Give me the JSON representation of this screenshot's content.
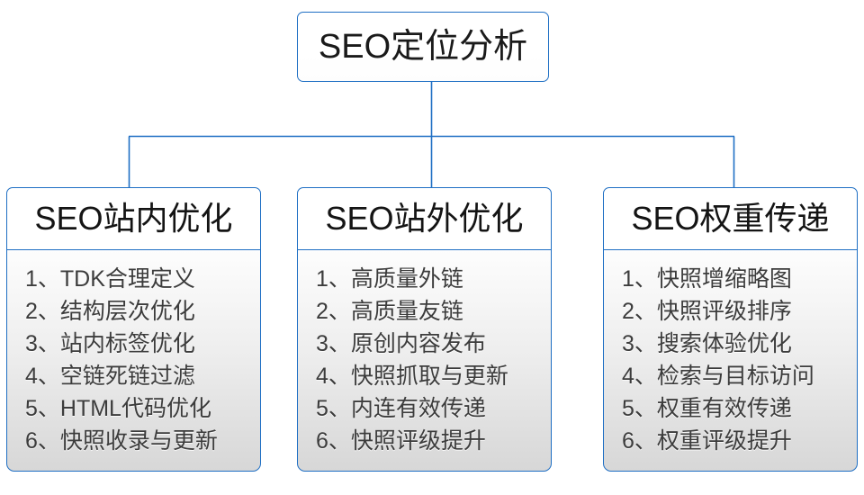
{
  "diagram": {
    "type": "org-tree",
    "root": {
      "title": "SEO定位分析"
    },
    "columns": [
      {
        "header": "SEO站内优化",
        "items": [
          {
            "index": "1、",
            "text": "TDK合理定义"
          },
          {
            "index": "2、",
            "text": "结构层次优化"
          },
          {
            "index": "3、",
            "text": "站内标签优化"
          },
          {
            "index": "4、",
            "text": "空链死链过滤"
          },
          {
            "index": "5、",
            "text": "HTML代码优化"
          },
          {
            "index": "6、",
            "text": "快照收录与更新"
          }
        ]
      },
      {
        "header": "SEO站外优化",
        "items": [
          {
            "index": "1、",
            "text": "高质量外链"
          },
          {
            "index": "2、",
            "text": "高质量友链"
          },
          {
            "index": "3、",
            "text": "原创内容发布"
          },
          {
            "index": "4、",
            "text": "快照抓取与更新"
          },
          {
            "index": "5、",
            "text": "内连有效传递"
          },
          {
            "index": "6、",
            "text": "快照评级提升"
          }
        ]
      },
      {
        "header": "SEO权重传递",
        "items": [
          {
            "index": "1、",
            "text": "快照增缩略图"
          },
          {
            "index": "2、",
            "text": "快照评级排序"
          },
          {
            "index": "3、",
            "text": "搜索体验优化"
          },
          {
            "index": "4、",
            "text": "检索与目标访问"
          },
          {
            "index": "5、",
            "text": "权重有效传递"
          },
          {
            "index": "6、",
            "text": "权重评级提升"
          }
        ]
      }
    ]
  },
  "colors": {
    "connector": "#1f6fc4",
    "border": "#1f6fc4",
    "header_bg": "#ffffff",
    "body_bg_top": "#fdfdfd",
    "body_bg_bottom": "#d7d7d7",
    "title_text": "#1a1a1a",
    "item_text": "#3c3c3c",
    "page_bg": "#ffffff"
  }
}
